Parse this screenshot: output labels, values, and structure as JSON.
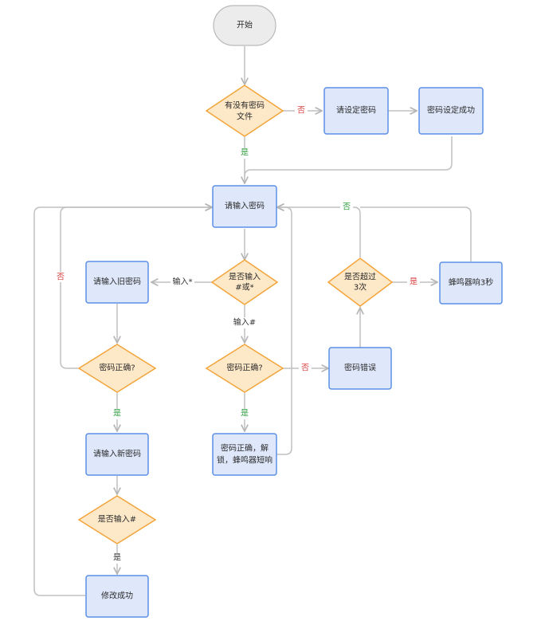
{
  "nodes": {
    "start": "开始",
    "has_pwd_file_1": "有没有密码",
    "has_pwd_file_2": "文件",
    "set_pwd": "请设定密码",
    "set_pwd_ok": "密码设定成功",
    "enter_pwd": "请输入密码",
    "input_choice_1": "是否输入",
    "input_choice_2": "#或*",
    "enter_old": "请输入旧密码",
    "old_correct": "密码正确?",
    "enter_new": "请输入新密码",
    "new_hash": "是否输入#",
    "modify_ok": "修改成功",
    "pwd_correct": "密码正确?",
    "unlock_1": "密码正确，解",
    "unlock_2": "锁，蜂鸣器短响",
    "pwd_error": "密码错误",
    "over3_1": "是否超过",
    "over3_2": "3次",
    "buzzer": "蜂鸣器响3秒"
  },
  "edges": {
    "no_file": "否",
    "yes_file": "是",
    "input_star": "输入*",
    "input_hash": "输入#",
    "old_no": "否",
    "old_yes": "是",
    "new_yes": "是",
    "pwd_no": "否",
    "pwd_yes": "是",
    "over_yes": "是",
    "over_no": "否"
  },
  "colors": {
    "process_fill": "#dfe8fb",
    "process_stroke": "#5b8fe6",
    "decision_fill": "#fde8c8",
    "decision_stroke": "#f3a43a",
    "terminal_fill": "#ececec",
    "connector": "#c0c0c0",
    "yes_label": "#2e9e3e",
    "no_label": "#d94040"
  }
}
